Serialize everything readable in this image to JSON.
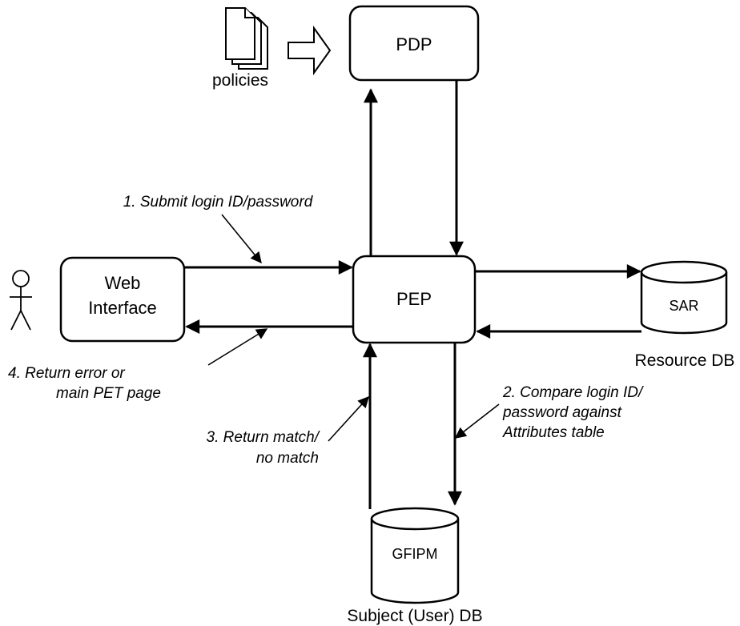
{
  "nodes": {
    "pdp": "PDP",
    "pep": "PEP",
    "web_line1": "Web",
    "web_line2": "Interface",
    "sar": "SAR",
    "gfipm": "GFIPM"
  },
  "captions": {
    "policies": "policies",
    "resource_db": "Resource DB",
    "subject_db": "Subject (User) DB"
  },
  "steps": {
    "s1": "1. Submit login ID/password",
    "s2_line1": "2. Compare login ID/",
    "s2_line2": "password against",
    "s2_line3": "Attributes table",
    "s3_line1": "3. Return match/",
    "s3_line2": "no match",
    "s4_line1": "4. Return error or",
    "s4_line2": "main PET page"
  }
}
